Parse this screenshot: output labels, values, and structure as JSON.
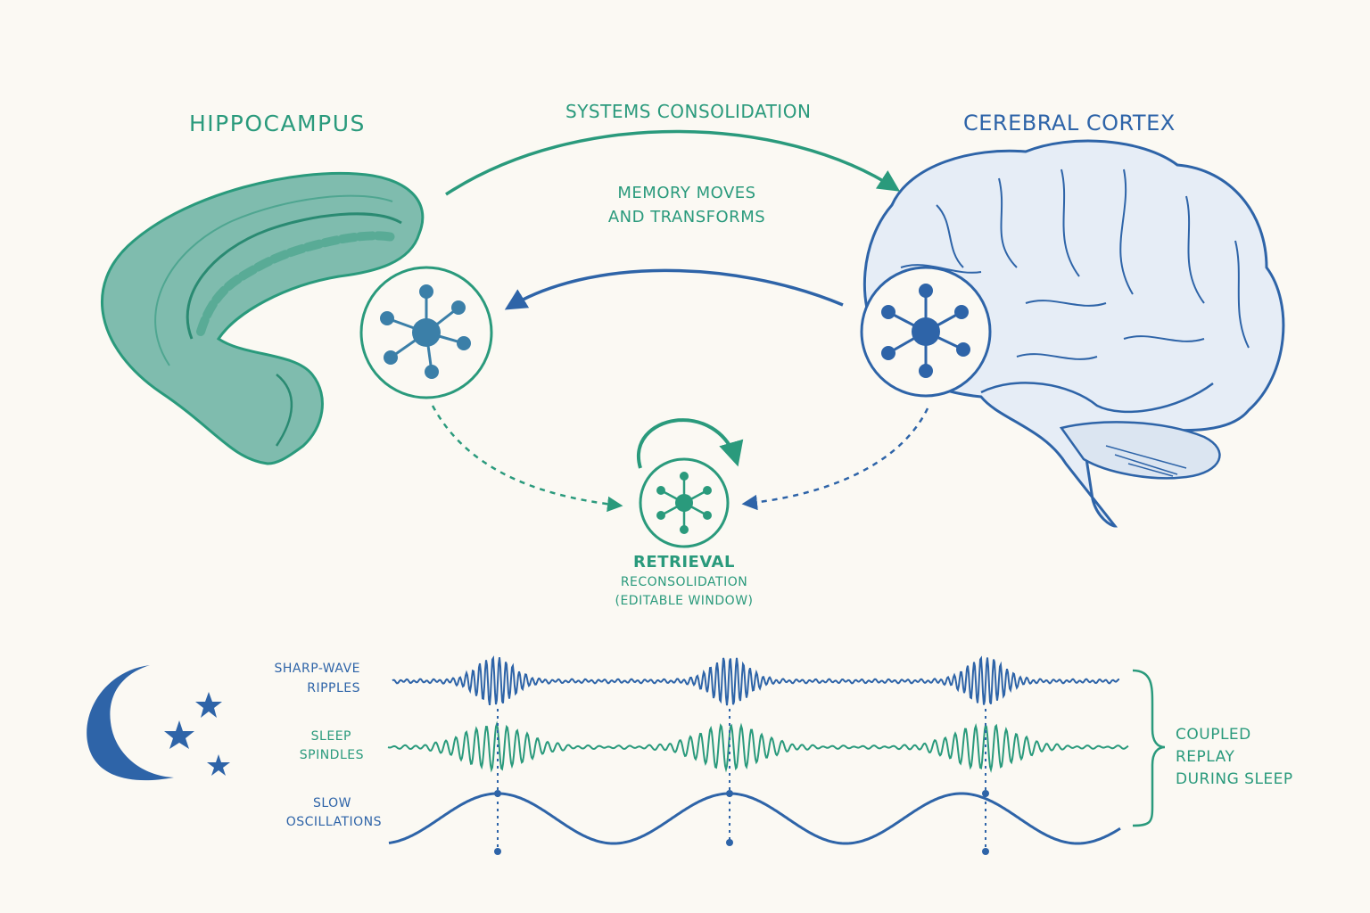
{
  "labels": {
    "hippocampus": "HIPPOCAMPUS",
    "cortex": "CEREBRAL CORTEX",
    "systems_consolidation": "SYSTEMS CONSOLIDATION",
    "memory_moves_line1": "MEMORY MOVES",
    "memory_moves_line2": "AND TRANSFORMS",
    "retrieval": "RETRIEVAL",
    "reconsolidation": "RECONSOLIDATION",
    "editable_window": "(EDITABLE WINDOW)"
  },
  "waves": {
    "ripples_line1": "SHARP-WAVE",
    "ripples_line2": "RIPPLES",
    "spindles_line1": "SLEEP",
    "spindles_line2": "SPINDLES",
    "slow_line1": "SLOW",
    "slow_line2": "OSCILLATIONS",
    "coupled_line1": "COUPLED",
    "coupled_line2": "REPLAY",
    "coupled_line3": "DURING SLEEP"
  },
  "colors": {
    "green": "#2a9a7c",
    "blue": "#2e64a8",
    "hippocampus_fill": "#7fbcae",
    "brain_fill": "#e6edf6",
    "background": "#fbf9f3"
  },
  "icons": {
    "hippocampus": "hippocampus-illustration",
    "brain": "brain-illustration",
    "memory_node": "network-node-icon",
    "moon": "crescent-moon-icon",
    "star": "star-icon"
  }
}
